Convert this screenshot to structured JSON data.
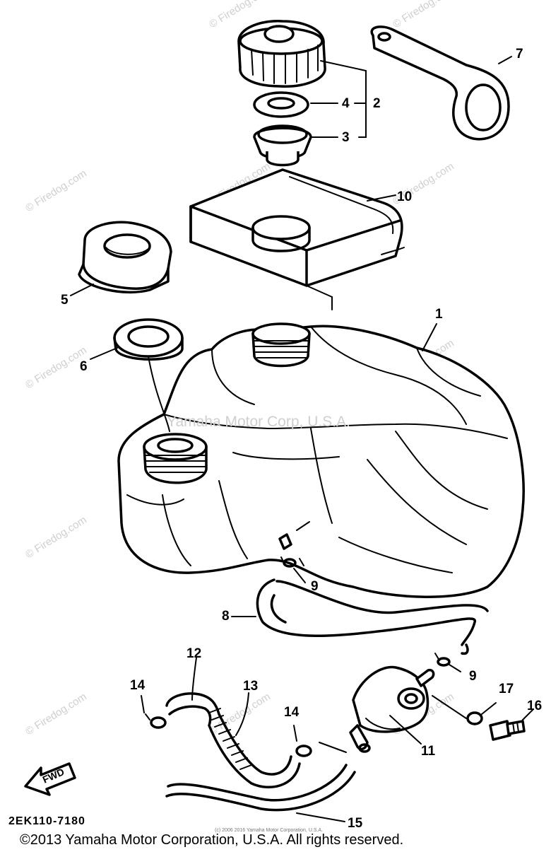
{
  "diagram": {
    "callouts": [
      "1",
      "2",
      "3",
      "4",
      "5",
      "6",
      "7",
      "8",
      "9",
      "9",
      "10",
      "11",
      "12",
      "13",
      "14",
      "14",
      "15",
      "16",
      "17"
    ],
    "watermark": "© Firedog.com",
    "center_watermark": "Yamaha Motor Corp, U.S.A.",
    "fwd_label": "FWD",
    "part_code": "2EK110-7180",
    "tiny_notice": "(c) 2006 2016 Yamaha Motor Corporation, U.S.A.",
    "footer_copyright": "©2013 Yamaha Motor Corporation, U.S.A. All rights reserved."
  }
}
